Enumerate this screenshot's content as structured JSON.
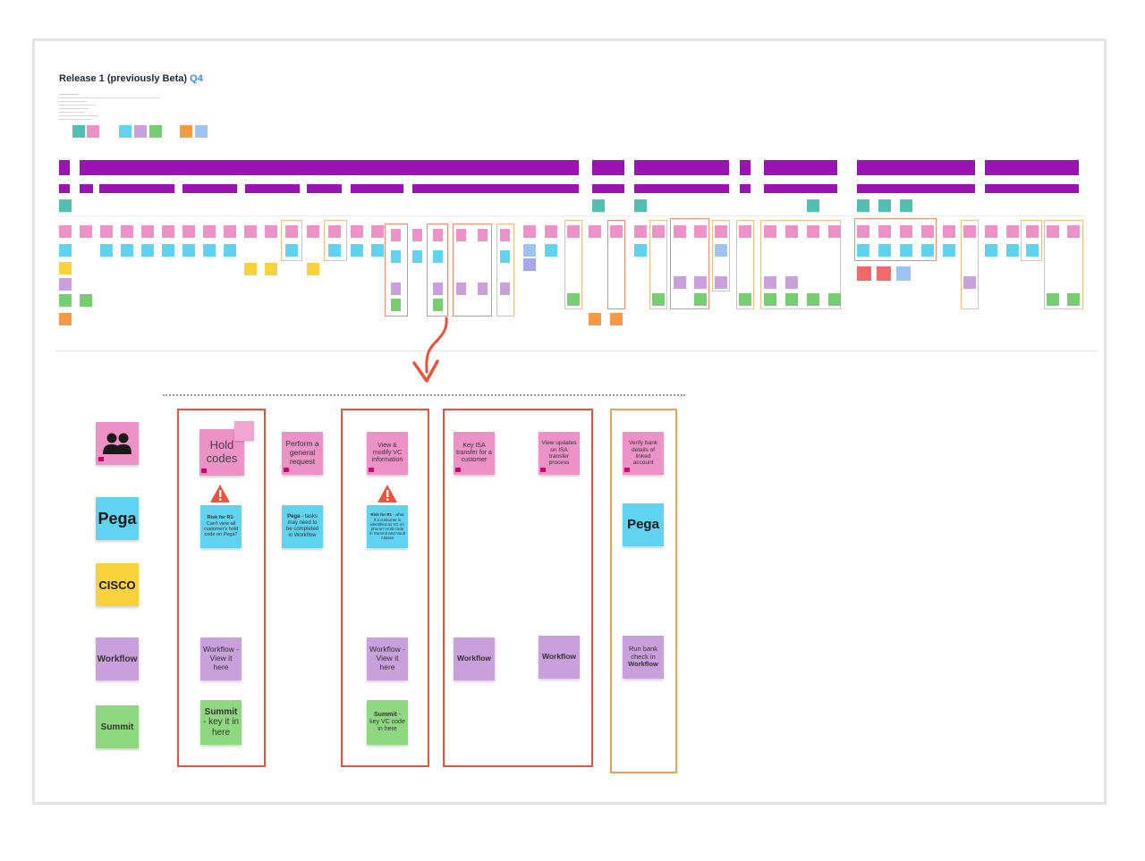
{
  "board": {
    "title": "Release 1 (previously Beta)",
    "title_suffix": "Q4",
    "colors": {
      "pink": "#ec92c7",
      "blue": "#5fd3ef",
      "yellow": "#f7d23a",
      "purple": "#c9a0dc",
      "green": "#76cd72",
      "teal": "#52bfb1",
      "orange": "#f79a45",
      "band": "#9b14b3",
      "red_frame": "#e8533a",
      "orange_frame": "#f5a050"
    }
  },
  "legend": [
    {
      "name": "people",
      "icon": "people-icon",
      "color": "#ec92c7"
    },
    {
      "name": "pega",
      "label": "Pega",
      "color": "#5fd3ef"
    },
    {
      "name": "cisco",
      "label": "CISCO",
      "color": "#f7d23a"
    },
    {
      "name": "workflow",
      "label": "Workflow",
      "color": "#c9a0dc"
    },
    {
      "name": "summit",
      "label": "Summit",
      "color": "#8ed880"
    }
  ],
  "columns": {
    "hold": {
      "task": "Hold codes",
      "risk_title": "Risk for R1",
      "risk_text": "- Can't view all customer's hold code on Pega?",
      "workflow": "Workflow - View it here",
      "summit_bold": "Summit",
      "summit_text": " - key it in here"
    },
    "general": {
      "task": "Perform a general request",
      "pega_bold": "Pega",
      "pega_text": " - tasks may need to be completed in Workflow"
    },
    "vc": {
      "task": "View & modify VC information",
      "risk_title": "Risk for R1",
      "risk_text": " - what if a customer is identified as VC on phone? Hold code in Summit and Vault Aliases",
      "workflow": "Workflow - View it here",
      "summit_bold": "Summit",
      "summit_text": " - key VC code in here"
    },
    "isa": {
      "task1": "Key ISA transfer for a customer",
      "task2": "View updates on ISA transfer process",
      "workflow1": "Workflow",
      "workflow2": "Workflow"
    },
    "bank": {
      "task": "Verify bank details of linked account",
      "pega": "Pega",
      "workflow_pre": "Run bank check in ",
      "workflow_bold": "Workflow"
    }
  }
}
